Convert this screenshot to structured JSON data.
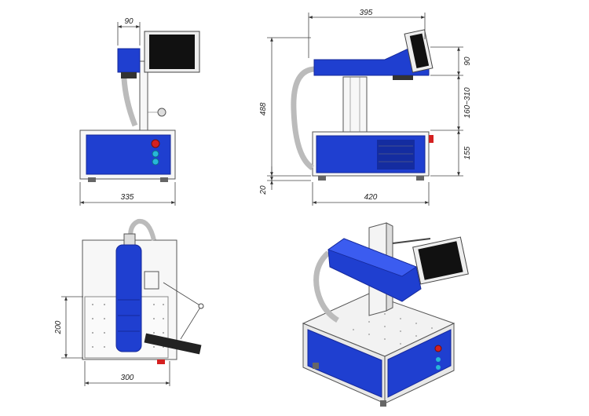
{
  "dimensions": {
    "front_head_width": "90",
    "front_base_width": "335",
    "side_total_length": "395",
    "side_head_height": "90",
    "side_travel": "160~310",
    "side_base_height": "155",
    "side_foot_height": "20",
    "side_overall_height": "488",
    "side_base_length": "420",
    "top_work_depth": "200",
    "top_work_width": "300"
  },
  "colors": {
    "housing_blue": "#1f3fd0",
    "button_red": "#d42020",
    "button_cyan": "#27b7d8"
  }
}
